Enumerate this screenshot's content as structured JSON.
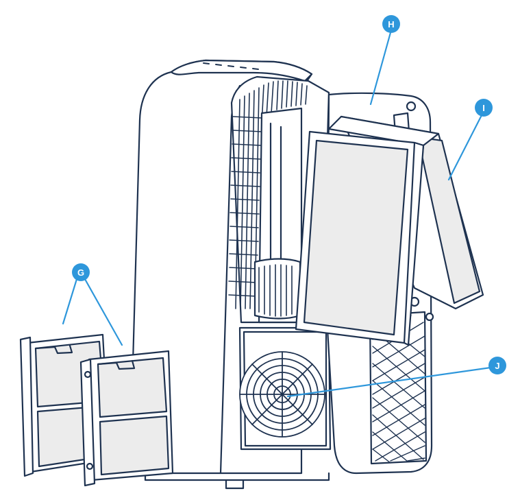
{
  "diagram": {
    "callouts": [
      {
        "id": "G",
        "label": "G",
        "color": "#2e97db"
      },
      {
        "id": "H",
        "label": "H",
        "color": "#2e97db"
      },
      {
        "id": "I",
        "label": "I",
        "color": "#2e97db"
      },
      {
        "id": "J",
        "label": "J",
        "color": "#2e97db"
      }
    ],
    "colors": {
      "outline": "#1e3250",
      "body": "#ffffff",
      "filter_panel": "#ececec",
      "callout": "#2e97db",
      "leader_line": "#2e97db"
    },
    "icons": [
      "air-purifier-body",
      "rear-door",
      "pre-filter-panel",
      "main-filter",
      "fan"
    ]
  }
}
